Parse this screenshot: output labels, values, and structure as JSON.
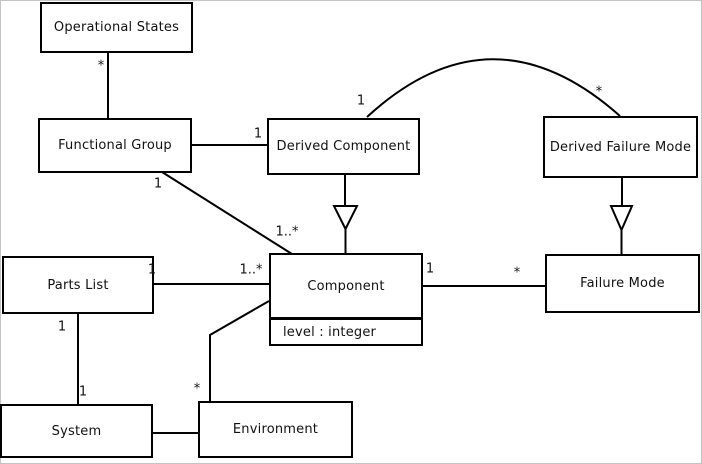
{
  "diagram": {
    "kind": "uml-class-diagram",
    "nodes": {
      "operational_states": {
        "label": "Operational States"
      },
      "functional_group": {
        "label": "Functional Group"
      },
      "derived_component": {
        "label": "Derived Component"
      },
      "derived_failure_mode": {
        "label": "Derived Failure Mode"
      },
      "parts_list": {
        "label": "Parts List"
      },
      "component": {
        "label": "Component",
        "attribute": "level : integer"
      },
      "failure_mode": {
        "label": "Failure Mode"
      },
      "system": {
        "label": "System"
      },
      "environment": {
        "label": "Environment"
      }
    },
    "edges": {
      "op_fg": {
        "from": "Operational States",
        "to": "Functional Group",
        "from_mult": "*"
      },
      "fg_dc": {
        "from": "Functional Group",
        "to": "Derived Component",
        "to_mult": "1"
      },
      "fg_comp": {
        "from": "Functional Group",
        "to": "Component",
        "from_mult": "1",
        "to_mult": "1..*"
      },
      "dc_dfm": {
        "from": "Derived Component",
        "to": "Derived Failure Mode",
        "from_mult": "1",
        "to_mult": "*"
      },
      "comp_fm": {
        "from": "Component",
        "to": "Failure Mode",
        "from_mult": "1",
        "to_mult": "*"
      },
      "pl_comp": {
        "from": "Parts List",
        "to": "Component",
        "from_mult": "1",
        "to_mult": "1..*"
      },
      "pl_sys": {
        "from": "Parts List",
        "to": "System",
        "from_mult": "1",
        "to_mult": "1"
      },
      "comp_env": {
        "from": "Component",
        "to": "Environment",
        "to_mult": "*"
      },
      "sys_env": {
        "from": "System",
        "to": "Environment"
      },
      "gen_dc_comp": {
        "type": "generalization",
        "from": "Derived Component",
        "to": "Component"
      },
      "gen_dfm_fm": {
        "type": "generalization",
        "from": "Derived Failure Mode",
        "to": "Failure Mode"
      }
    },
    "colors": {
      "line": "#000000",
      "box_fill": "#ffffff",
      "background": "#ffffff"
    }
  }
}
